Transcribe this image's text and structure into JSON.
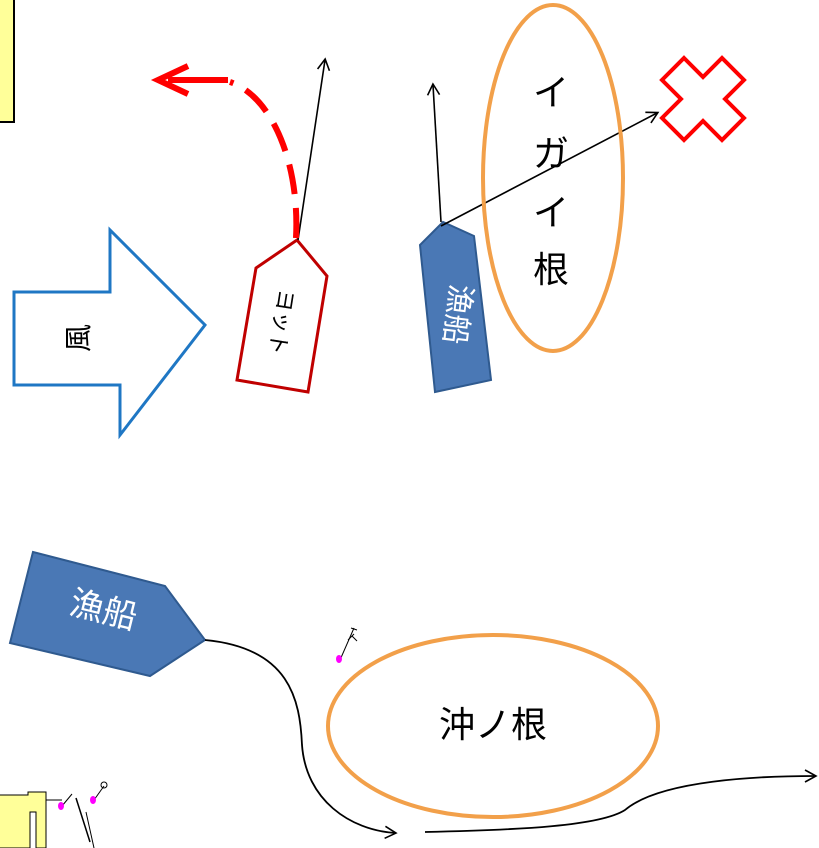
{
  "diagram_top": {
    "wind_label": "風",
    "yacht_label": "ヨット",
    "fishing_boat_label": "漁船",
    "reef_label_chars": [
      "イ",
      "ガ",
      "イ",
      "根"
    ],
    "colors": {
      "wind": "#1f77c4",
      "yacht": "#c00000",
      "boat_fill": "#4a78b5",
      "reef": "#f2a04a",
      "cross": "#ff0000",
      "warning_box": "#ffff99"
    }
  },
  "diagram_bottom": {
    "fishing_boat_label": "漁船",
    "reef_label": "沖ノ根",
    "colors": {
      "boat_fill": "#4a78b5",
      "reef": "#f2a04a",
      "marker": "#ff00ff",
      "land": "#ffff99"
    }
  }
}
